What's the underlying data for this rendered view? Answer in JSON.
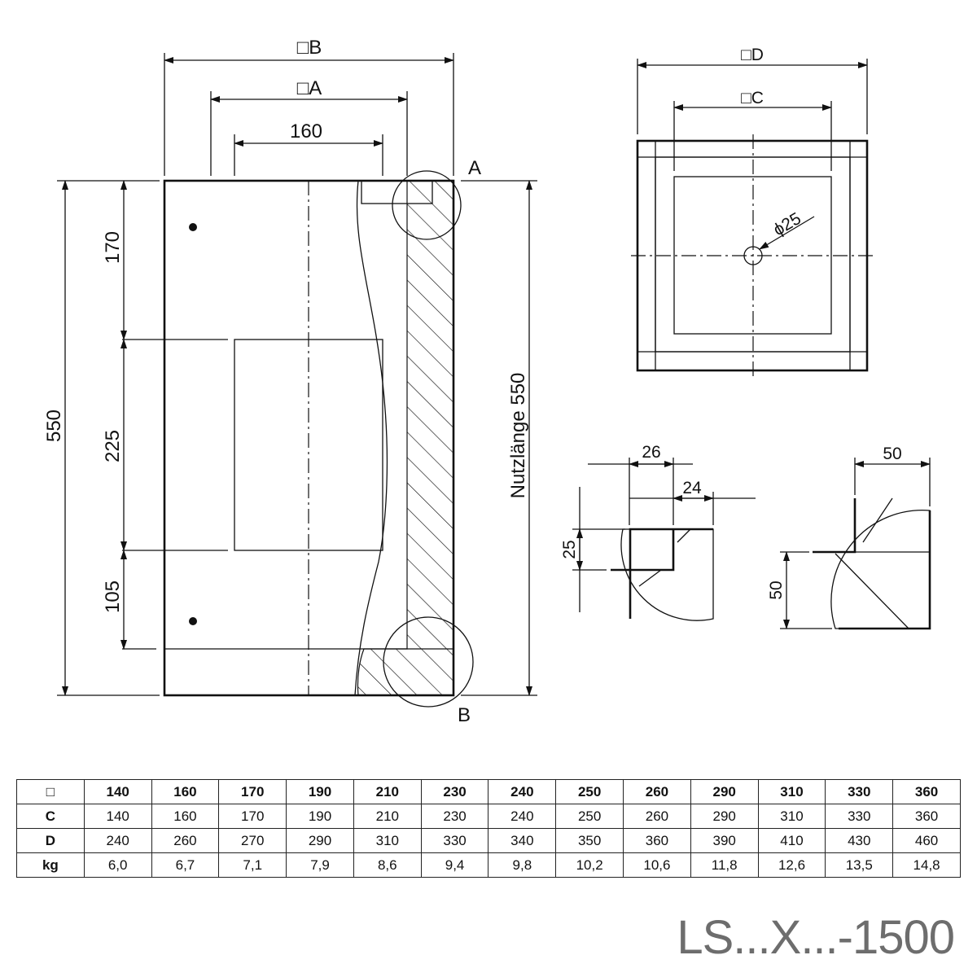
{
  "drawing": {
    "side_view": {
      "dim_box_b": "□B",
      "dim_box_a": "□A",
      "dim_width": "160",
      "dim_total_height": "550",
      "dim_top": "170",
      "dim_middle": "225",
      "dim_bottom": "105",
      "dim_usable_length": "Nutzlänge 550",
      "detail_a": "A",
      "detail_b": "B"
    },
    "top_view": {
      "dim_box_d": "□D",
      "dim_box_c": "□C",
      "dim_hole": "ϕ25"
    },
    "detail_a_view": {
      "dim_26": "26",
      "dim_24": "24",
      "dim_25": "25"
    },
    "detail_b_view": {
      "dim_50_h": "50",
      "dim_50_v": "50"
    }
  },
  "table": {
    "header": [
      "□",
      "140",
      "160",
      "170",
      "190",
      "210",
      "230",
      "240",
      "250",
      "260",
      "290",
      "310",
      "330",
      "360"
    ],
    "rows": [
      [
        "C",
        "140",
        "160",
        "170",
        "190",
        "210",
        "230",
        "240",
        "250",
        "260",
        "290",
        "310",
        "330",
        "360"
      ],
      [
        "D",
        "240",
        "260",
        "270",
        "290",
        "310",
        "330",
        "340",
        "350",
        "360",
        "390",
        "410",
        "430",
        "460"
      ],
      [
        "kg",
        "6,0",
        "6,7",
        "7,1",
        "7,9",
        "8,6",
        "9,4",
        "9,8",
        "10,2",
        "10,6",
        "11,8",
        "12,6",
        "13,5",
        "14,8"
      ]
    ]
  },
  "footer": {
    "product_code": "LS...X...-1500"
  }
}
